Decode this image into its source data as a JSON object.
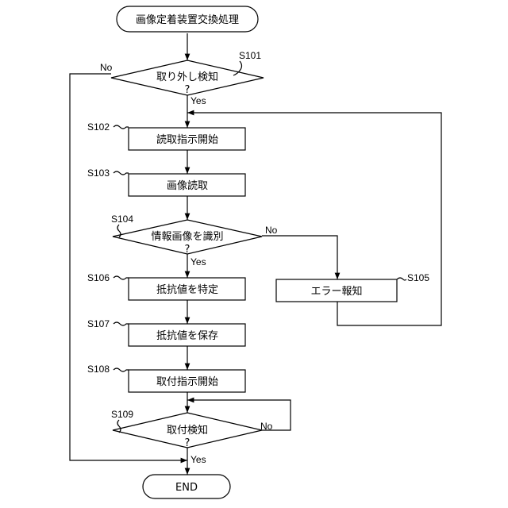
{
  "start": "画像定着装置交換処理",
  "end": "END",
  "steps": {
    "s101": {
      "id": "S101",
      "text": "取り外し検知",
      "q": "?"
    },
    "s102": {
      "id": "S102",
      "text": "読取指示開始"
    },
    "s103": {
      "id": "S103",
      "text": "画像読取"
    },
    "s104": {
      "id": "S104",
      "text": "情報画像を識別",
      "q": "?"
    },
    "s105": {
      "id": "S105",
      "text": "エラー報知"
    },
    "s106": {
      "id": "S106",
      "text": "抵抗値を特定"
    },
    "s107": {
      "id": "S107",
      "text": "抵抗値を保存"
    },
    "s108": {
      "id": "S108",
      "text": "取付指示開始"
    },
    "s109": {
      "id": "S109",
      "text": "取付検知",
      "q": "?"
    }
  },
  "labels": {
    "yes": "Yes",
    "no": "No"
  }
}
